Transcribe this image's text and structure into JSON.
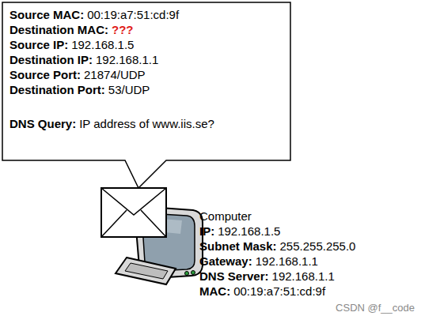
{
  "diagram": {
    "nodes": [
      {
        "text": [
          "Source MAC:",
          "00:19:a7:51:cd:9f",
          "Destination MAC:",
          "???",
          "Source IP:",
          "192.168.1.5",
          "Destination IP:",
          "192.168.1.1",
          "Source Port:",
          "21874/UDP",
          "Destination Port:",
          "53/UDP",
          "DNS Query:",
          "IP address of www.iis.se?"
        ]
      }
    ],
    "labels": [
      "Computer",
      "IP:",
      "192.168.1.5",
      "Subnet Mask:",
      "255.255.255.0",
      "Gateway:",
      "192.168.1.1",
      "DNS Server:",
      "192.168.1.1",
      "MAC:",
      "00:19:a7:51:cd:9f",
      "CSDN @f__code"
    ]
  }
}
